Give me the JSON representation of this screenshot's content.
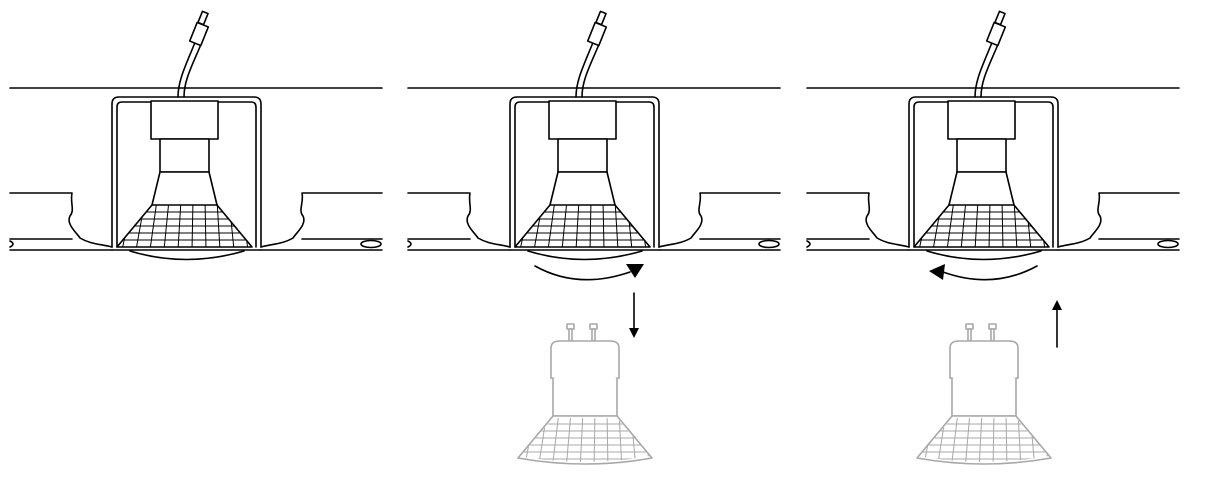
{
  "diagram": {
    "panels": [
      {
        "id": "installed",
        "rotation": "none",
        "bulb": "none"
      },
      {
        "id": "remove",
        "rotation": "clockwise",
        "bulb": "down"
      },
      {
        "id": "insert",
        "rotation": "counterclockwise",
        "bulb": "up"
      }
    ],
    "colors": {
      "line": "#000000",
      "ghost_bulb": "#a8a8a8",
      "background": "#ffffff"
    }
  }
}
